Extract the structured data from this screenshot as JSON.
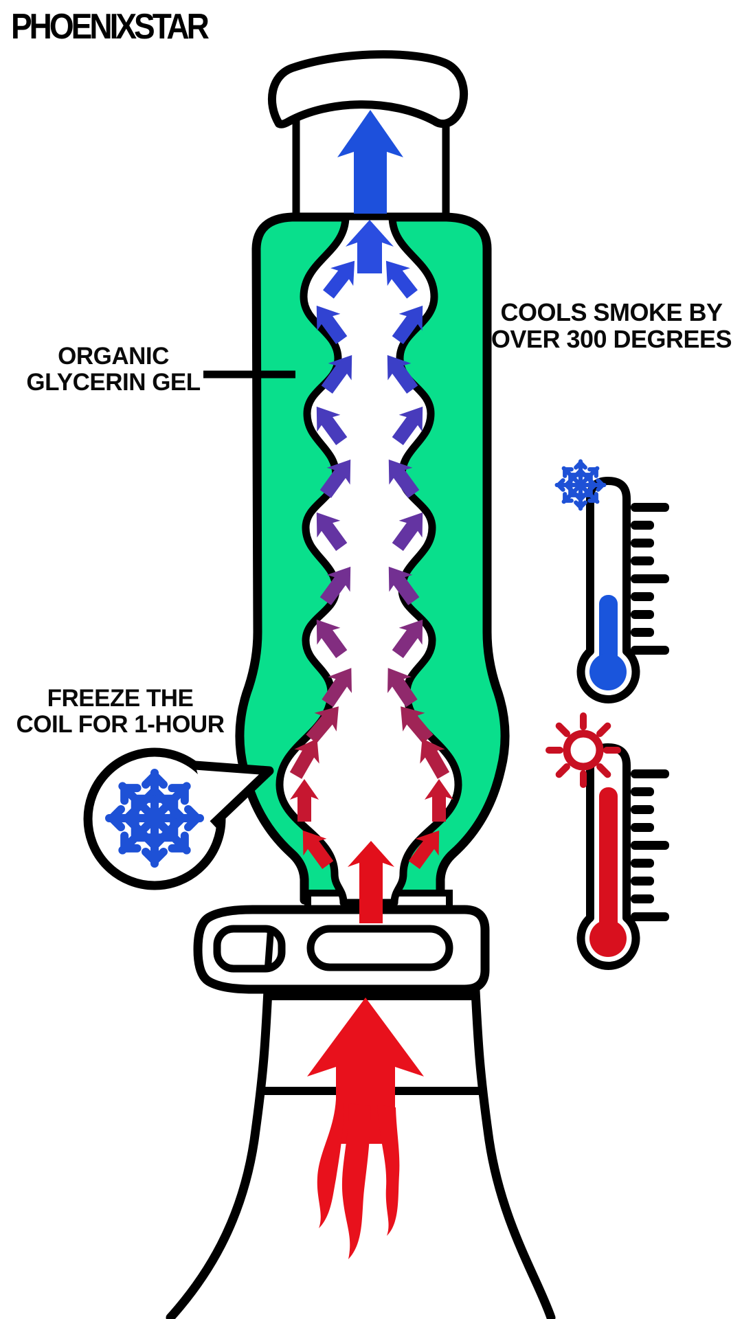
{
  "brand": {
    "logo_text": "PHOENIXSTAR"
  },
  "labels": {
    "glycerin": "ORGANIC\nGLYCERIN GEL",
    "freeze": "FREEZE THE\nCOIL FOR 1-HOUR",
    "cools": "COOLS SMOKE BY\nOVER 300 DEGREES"
  },
  "icons": {
    "freeze_bubble": "snowflake-icon",
    "cold_thermometer_marker": "snowflake-icon",
    "hot_thermometer_marker": "sun-icon",
    "cool_airflow": "arrow-up-icon",
    "heat_source": "flame-arrow-icon"
  },
  "colors": {
    "glycerin_green": "#09DF8C",
    "cold_blue": "#1D50DC",
    "snowflake_blue": "#1E51D6",
    "hot_red": "#E8111C",
    "thermometer_red": "#D8101E",
    "flow_gradient_top": "#2B47DC",
    "flow_gradient_bottom": "#D91222",
    "outline": "#000000"
  }
}
